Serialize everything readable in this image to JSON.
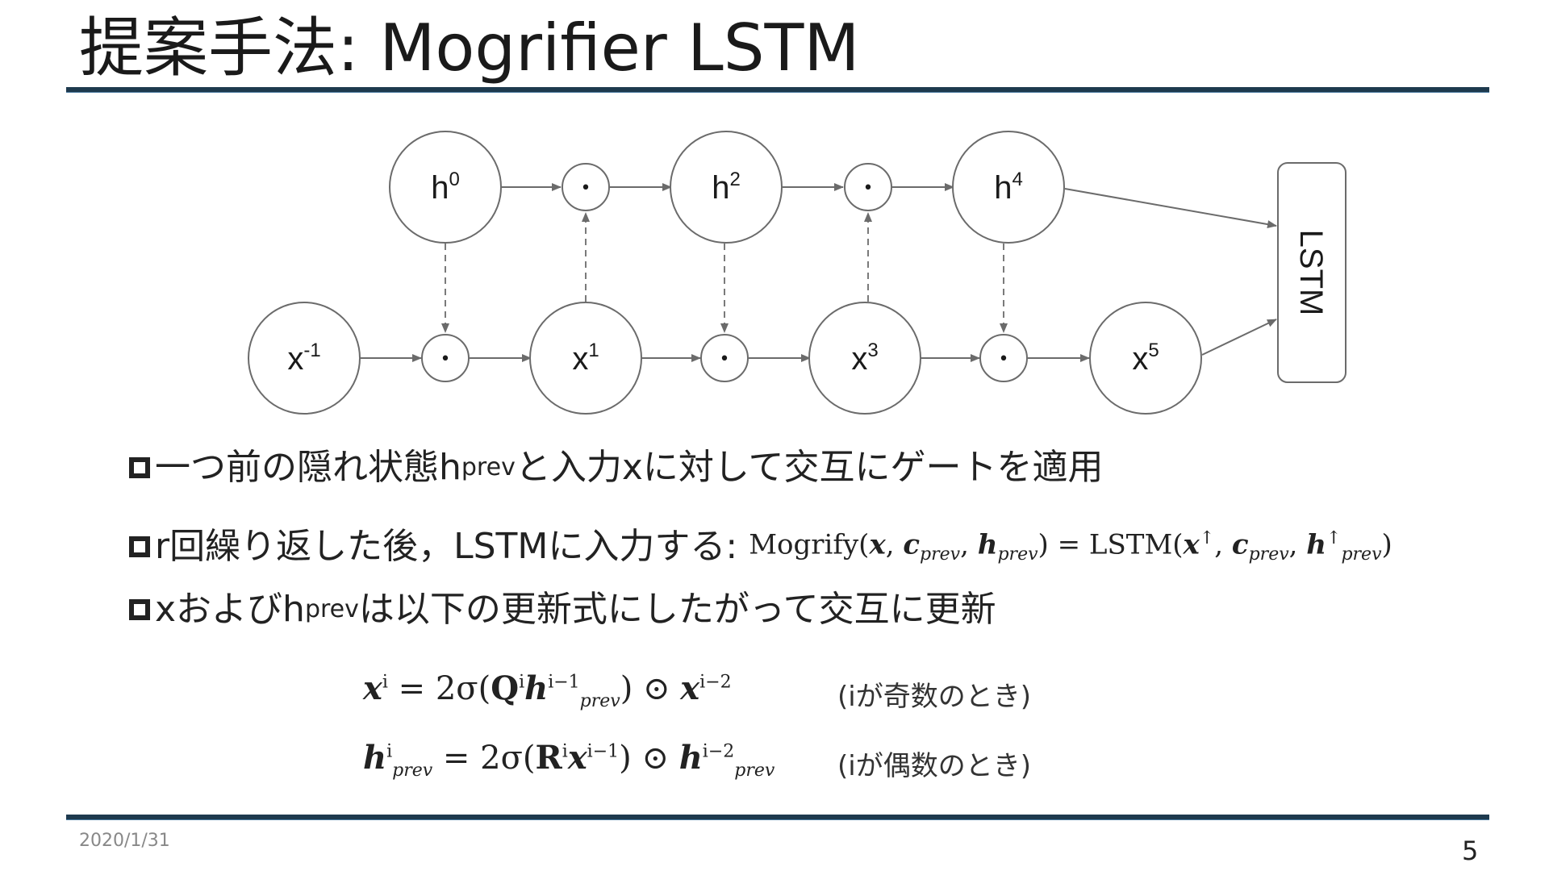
{
  "slide": {
    "title": "提案手法: Mogrifier LSTM",
    "date": "2020/1/31",
    "page_number": "5"
  },
  "diagram": {
    "top_nodes": [
      {
        "base": "h",
        "sup": "0"
      },
      {
        "base": "h",
        "sup": "2"
      },
      {
        "base": "h",
        "sup": "4"
      }
    ],
    "bottom_nodes": [
      {
        "base": "x",
        "sup": "-1"
      },
      {
        "base": "x",
        "sup": "1"
      },
      {
        "base": "x",
        "sup": "3"
      },
      {
        "base": "x",
        "sup": "5"
      }
    ],
    "gate_symbol": "•",
    "lstm_label": "LSTM",
    "colors": {
      "stroke": "#6b6b6b",
      "dashed": "#7a7a7a",
      "text": "#1a1a1a"
    }
  },
  "bullets": [
    {
      "pre": "一つ前の隠れ状態h",
      "sub": "prev",
      "post": "と入力xに対して交互にゲートを適用"
    },
    {
      "pre": "r回繰り返した後，LSTMに入力する:",
      "math": {
        "fn": "Mogrify(",
        "x": "x",
        "c": "c",
        "sub_prev": "prev",
        "h": "h",
        "close": ")",
        "eq": " = ",
        "lstm": "LSTM(",
        "up": "↑"
      }
    },
    {
      "pre": "xおよびh",
      "sub": "prev",
      "post": "は以下の更新式にしたがって交互に更新"
    }
  ],
  "equations": [
    {
      "lhs": "x",
      "lhs_sup": "i",
      "eq": " = 2σ(",
      "mat": "Q",
      "mat_sup": "i",
      "vec": "h",
      "vec_sup": "i−1",
      "vec_sub": "prev",
      "mid": ") ⊙ ",
      "tail": "x",
      "tail_sup": "i−2",
      "tail_sub": "",
      "note": "(iが奇数のとき)"
    },
    {
      "lhs": "h",
      "lhs_sup": "i",
      "lhs_sub": "prev",
      "eq": " = 2σ(",
      "mat": "R",
      "mat_sup": "i",
      "vec": "x",
      "vec_sup": "i−1",
      "vec_sub": "",
      "mid": ") ⊙ ",
      "tail": "h",
      "tail_sup": "i−2",
      "tail_sub": "prev",
      "note": "(iが偶数のとき)"
    }
  ]
}
